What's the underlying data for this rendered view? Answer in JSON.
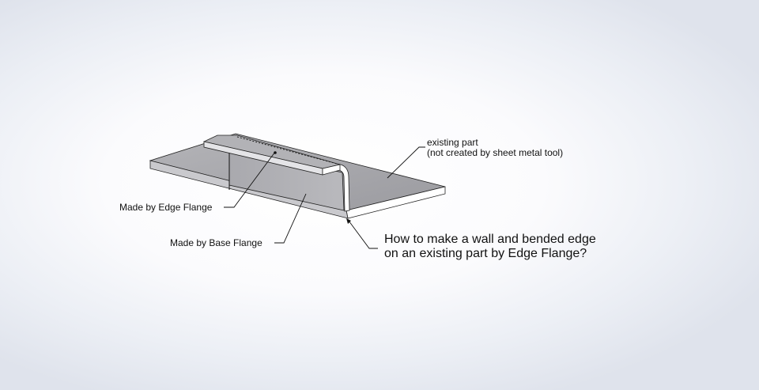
{
  "labels": {
    "existing_part": "existing part",
    "existing_part_note": "(not created by sheet metal tool)",
    "edge_flange": "Made by Edge Flange",
    "base_flange": "Made by Base Flange",
    "question_line1": "How to make a wall and bended edge",
    "question_line2": "on an existing part by Edge Flange?"
  },
  "colors": {
    "part_top": "#a7a7ab",
    "part_side": "#d2d2d6",
    "edge": "#111111",
    "background": "#ffffff"
  }
}
